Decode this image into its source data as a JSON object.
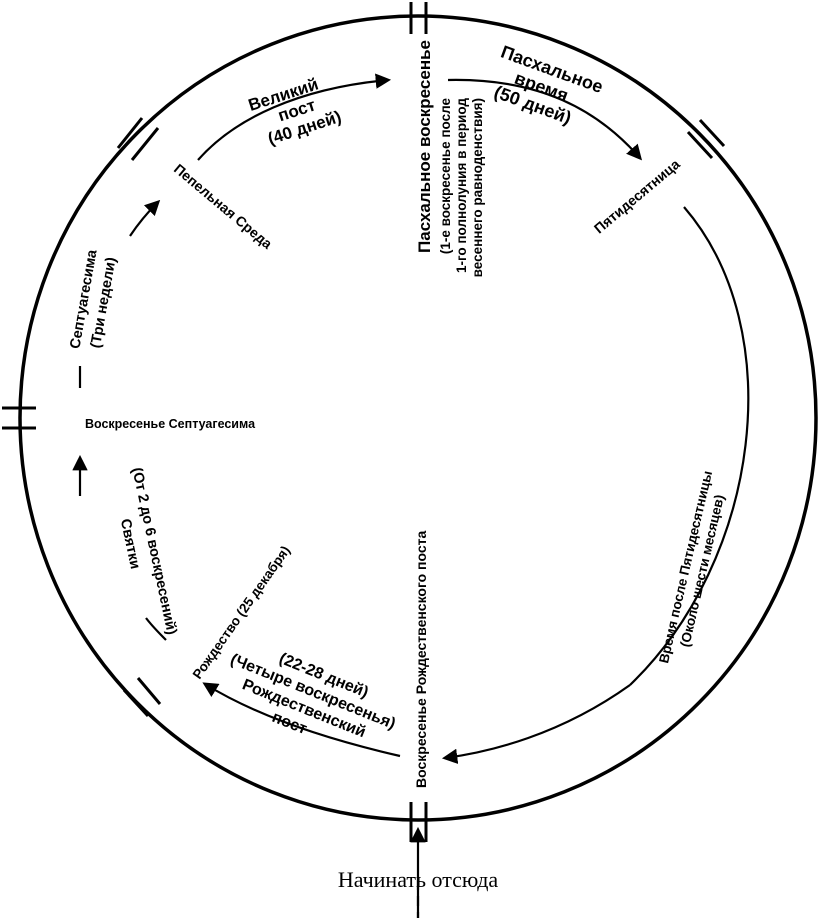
{
  "diagram": {
    "easter": {
      "title": "Пасхальное воскресенье",
      "note1": "(1-е воскресенье после",
      "note2": "1-го полнолуния в период",
      "note3": "весеннего равноденствия)"
    },
    "eastertide": {
      "line1": "Пасхальное",
      "line2": "время",
      "line3": "(50 дней)"
    },
    "pentecost": "Пятидесятница",
    "after_pentecost": {
      "line1": "Время после Пятидесятницы",
      "line2": "(Около шести месяцев)"
    },
    "advent_sunday": "Воскресенье Рождественского поста",
    "advent": {
      "line1": "(22-28 дней)",
      "line2": "(Четыре воскресенья)",
      "line3": "Рождественский",
      "line4": "пост"
    },
    "christmas": "Рождество (25 декабря)",
    "epiphany": {
      "line1": "(От 2 до 6 воскресений)",
      "line2": "Святки"
    },
    "septuagesima_sunday": "Воскресенье Септуагесима",
    "septuagesima": {
      "line1": "Септуагесима",
      "line2": "(Три недели)"
    },
    "ash_wednesday": "Пепельная Среда",
    "lent": {
      "line1": "Великий",
      "line2": "пост",
      "line3": "(40 дней)"
    },
    "start_here": "Начинать отсюда"
  }
}
